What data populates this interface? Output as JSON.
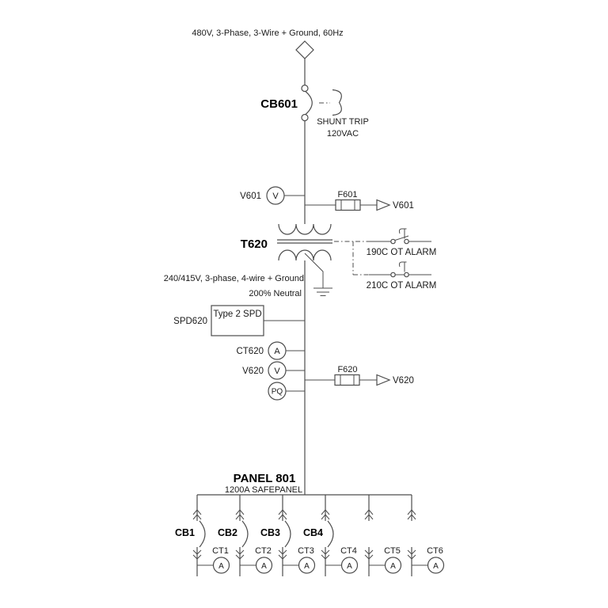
{
  "colors": {
    "line": "#4d4d4d",
    "text": "#1a1a1a",
    "bold_text": "#000000",
    "background": "#ffffff"
  },
  "source": {
    "label": "480V, 3-Phase, 3-Wire + Ground, 60Hz"
  },
  "main_breaker": {
    "name": "CB601",
    "shunt_trip_line1": "SHUNT TRIP",
    "shunt_trip_line2": "120VAC"
  },
  "primary_metering": {
    "voltmeter_tag": "V601",
    "voltmeter_letter": "V",
    "fuse_tag": "F601",
    "remote_tag": "V601"
  },
  "transformer": {
    "name": "T620",
    "secondary_spec": "240/415V, 3-phase, 4-wire + Ground",
    "neutral_note": "200% Neutral",
    "ot_alarm_1": "190C OT ALARM",
    "ot_alarm_2": "210C OT ALARM"
  },
  "spd": {
    "tag": "SPD620",
    "type_text": "Type 2 SPD"
  },
  "secondary_metering": {
    "ct_tag": "CT620",
    "ct_letter": "A",
    "voltmeter_tag": "V620",
    "voltmeter_letter": "V",
    "pq_letter": "PQ",
    "fuse_tag": "F620",
    "remote_tag": "V620"
  },
  "panel": {
    "name": "PANEL 801",
    "rating": "1200A SAFEPANEL",
    "feeders": [
      {
        "breaker": "CB1",
        "ct": "CT1",
        "meter": "A"
      },
      {
        "breaker": "CB2",
        "ct": "CT2",
        "meter": "A"
      },
      {
        "breaker": "CB3",
        "ct": "CT3",
        "meter": "A"
      },
      {
        "breaker": "CB4",
        "ct": "CT4",
        "meter": "A"
      },
      {
        "breaker": "",
        "ct": "CT5",
        "meter": "A"
      },
      {
        "breaker": "",
        "ct": "CT6",
        "meter": "A"
      }
    ]
  }
}
